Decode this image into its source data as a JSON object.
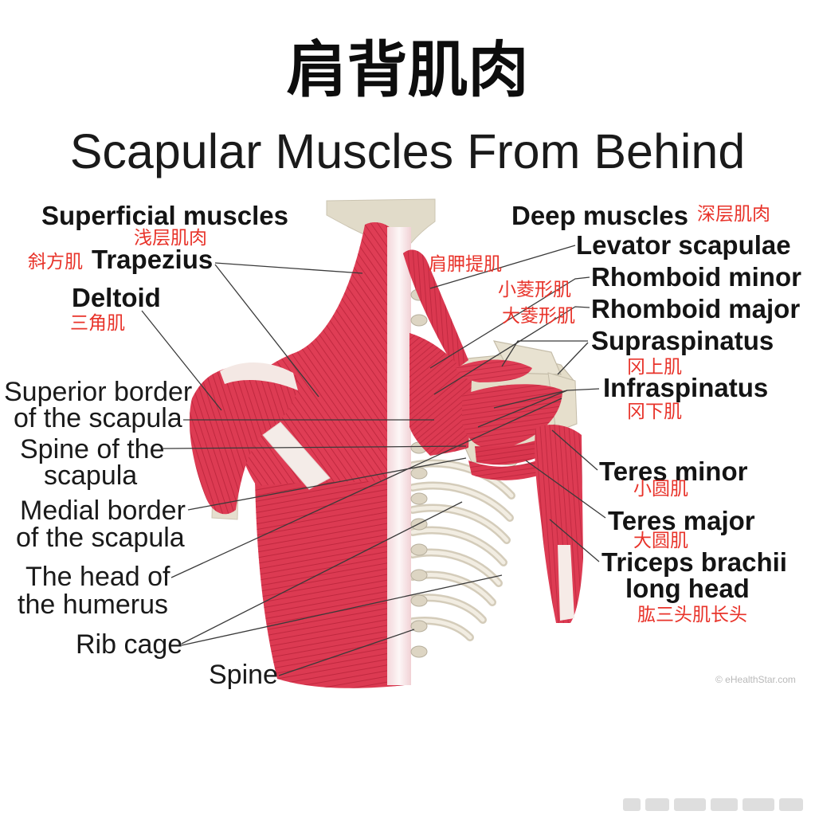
{
  "title": "肩背肌肉",
  "subtitle": "Scapular Muscles From Behind",
  "left_labels": {
    "superficial_heading": "Superficial muscles",
    "superficial_heading_cn": "浅层肌肉",
    "trapezius": "Trapezius",
    "trapezius_cn": "斜方肌",
    "deltoid": "Deltoid",
    "deltoid_cn": "三角肌",
    "superior_border": [
      "Superior border",
      "of the scapula"
    ],
    "spine_of_scapula": [
      "Spine of the",
      "scapula"
    ],
    "medial_border": [
      "Medial border",
      "of the scapula"
    ],
    "head_of_humerus": [
      "The head of",
      "the humerus"
    ],
    "rib_cage": "Rib cage",
    "spine": "Spine"
  },
  "right_labels": {
    "deep_heading": "Deep muscles",
    "deep_heading_cn": "深层肌肉",
    "levator_scapulae": "Levator scapulae",
    "levator_scapulae_cn": "肩胛提肌",
    "rhomboid_minor": "Rhomboid minor",
    "rhomboid_minor_cn": "小菱形肌",
    "rhomboid_major": "Rhomboid major",
    "rhomboid_major_cn": "大菱形肌",
    "supraspinatus": "Supraspinatus",
    "supraspinatus_cn": "冈上肌",
    "infraspinatus": "Infraspinatus",
    "infraspinatus_cn": "冈下肌",
    "teres_minor": "Teres minor",
    "teres_minor_cn": "小圆肌",
    "teres_major": "Teres major",
    "teres_major_cn": "大圆肌",
    "triceps": [
      "Triceps brachii",
      "long head"
    ],
    "triceps_cn": "肱三头肌长头"
  },
  "watermark": "© eHealthStar.com",
  "colors": {
    "label_cn": "#e8332a",
    "muscle": "#dc3a52",
    "bone": "#e3dcc9",
    "text": "#111111"
  }
}
